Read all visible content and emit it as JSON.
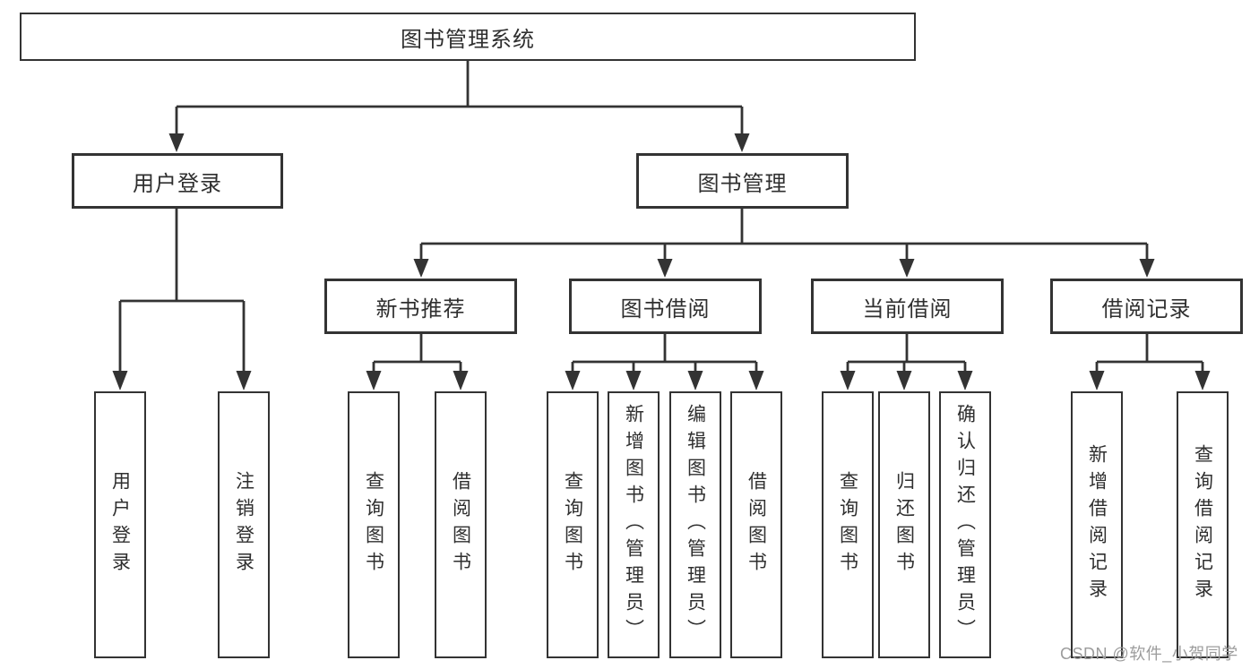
{
  "diagram": {
    "type": "hierarchy-tree",
    "root": {
      "label": "图书管理系统"
    },
    "level2": [
      {
        "label": "用户登录",
        "parent": "图书管理系统"
      },
      {
        "label": "图书管理",
        "parent": "图书管理系统"
      }
    ],
    "level3": [
      {
        "label": "新书推荐",
        "parent": "图书管理"
      },
      {
        "label": "图书借阅",
        "parent": "图书管理"
      },
      {
        "label": "当前借阅",
        "parent": "图书管理"
      },
      {
        "label": "借阅记录",
        "parent": "图书管理"
      }
    ],
    "leaves": [
      {
        "label": "用户登录",
        "parent": "用户登录"
      },
      {
        "label": "注销登录",
        "parent": "用户登录"
      },
      {
        "label": "查询图书",
        "parent": "新书推荐"
      },
      {
        "label": "借阅图书",
        "parent": "新书推荐"
      },
      {
        "label": "查询图书",
        "parent": "图书借阅"
      },
      {
        "label": "新增图书（管理员）",
        "parent": "图书借阅"
      },
      {
        "label": "编辑图书（管理员）",
        "parent": "图书借阅"
      },
      {
        "label": "借阅图书",
        "parent": "图书借阅"
      },
      {
        "label": "查询图书",
        "parent": "当前借阅"
      },
      {
        "label": "归还图书",
        "parent": "当前借阅"
      },
      {
        "label": "确认归还（管理员）",
        "parent": "当前借阅"
      },
      {
        "label": "新增借阅记录",
        "parent": "借阅记录"
      },
      {
        "label": "查询借阅记录",
        "parent": "借阅记录"
      }
    ]
  },
  "watermark": {
    "text": "CSDN @软件_小贺同学"
  },
  "colors": {
    "line": "#333333",
    "text": "#2f2f2f",
    "watermark": "#9c9c9c",
    "background": "#ffffff"
  }
}
